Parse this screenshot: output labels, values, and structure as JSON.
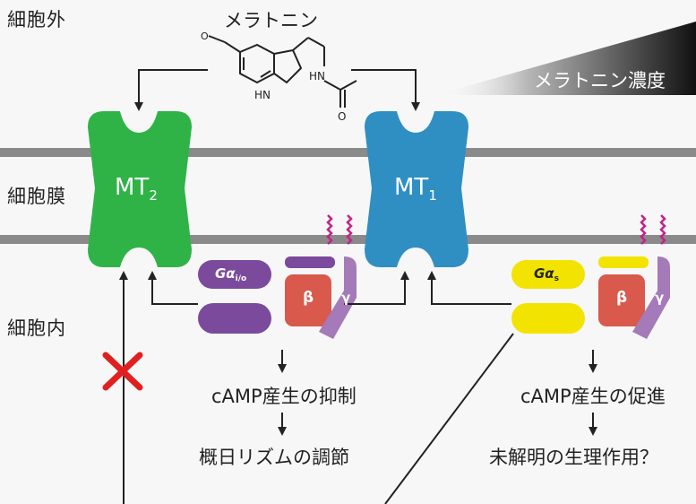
{
  "zones": {
    "extracellular": "細胞外",
    "membrane": "細胞膜",
    "intracellular": "細胞内"
  },
  "ligand": {
    "name": "メラトニン",
    "nh_label": "HN",
    "ring_nh_label": "HN"
  },
  "gradient": {
    "label": "メラトニン濃度"
  },
  "receptors": [
    {
      "name": "MT",
      "subscript": "2",
      "color": "#2fb347"
    },
    {
      "name": "MT",
      "subscript": "1",
      "color": "#2f8fc2"
    }
  ],
  "g_proteins": {
    "left": {
      "alpha": "Gα",
      "alpha_sub": "i/o",
      "beta": "β",
      "gamma": "γ",
      "alpha_color": "#7b4a9c",
      "beta_color": "#d9594c",
      "gamma_color": "#a57ab8"
    },
    "right": {
      "alpha": "Gα",
      "alpha_sub": "s",
      "beta": "β",
      "gamma": "γ",
      "alpha_color": "#f2e400",
      "beta_color": "#d9594c",
      "gamma_color": "#a57ab8"
    }
  },
  "outcomes": {
    "left_1": "cAMP産生の抑制",
    "left_2": "概日リズムの調節",
    "right_1": "cAMP産生の促進",
    "right_2": "未解明の生理作用？"
  },
  "colors": {
    "membrane": "#8a8a8a",
    "lipid": "#c4228a",
    "block_mark": "#e02020",
    "arrow": "#222222"
  }
}
